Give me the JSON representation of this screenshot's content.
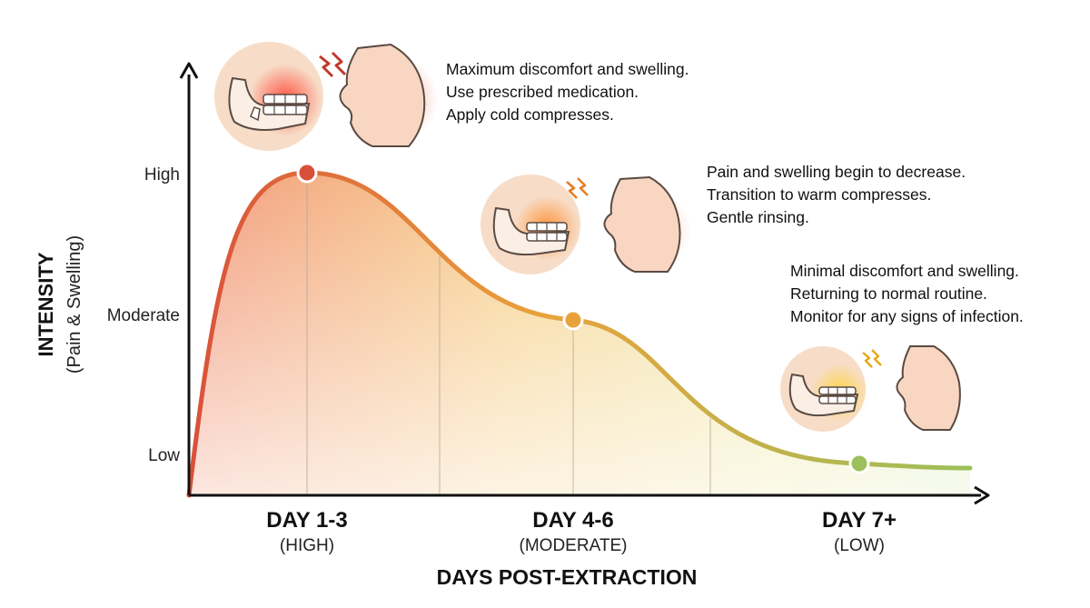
{
  "chart_data": {
    "type": "area",
    "title": "",
    "xlabel": "DAYS POST-EXTRACTION",
    "ylabel": "INTENSITY",
    "ylabel_sub": "(Pain & Swelling)",
    "y_levels": [
      "Low",
      "Moderate",
      "High"
    ],
    "categories": [
      {
        "label": "DAY 1-3",
        "sub": "(HIGH)",
        "level": "High",
        "value": 3
      },
      {
        "label": "DAY 4-6",
        "sub": "(MODERATE)",
        "level": "Moderate",
        "value": 2
      },
      {
        "label": "DAY 7+",
        "sub": "(LOW)",
        "level": "Low",
        "value": 1
      }
    ],
    "annotations": [
      {
        "category": "DAY 1-3",
        "lines": [
          "Maximum discomfort and swelling.",
          "Use prescribed medication.",
          "Apply cold compresses."
        ]
      },
      {
        "category": "DAY 4-6",
        "lines": [
          "Pain and swelling begin to decrease.",
          "Transition to warm compresses.",
          "Gentle rinsing."
        ]
      },
      {
        "category": "DAY 7+",
        "lines": [
          "Minimal discomfort and swelling.",
          "Returning to normal routine.",
          "Monitor for any signs of infection."
        ]
      }
    ],
    "colors": {
      "high": "#d9503a",
      "moderate": "#e9a23b",
      "low": "#9cc05a"
    },
    "grid": false
  },
  "icons": [
    "jaw-pain-icon",
    "swollen-cheek-icon"
  ]
}
